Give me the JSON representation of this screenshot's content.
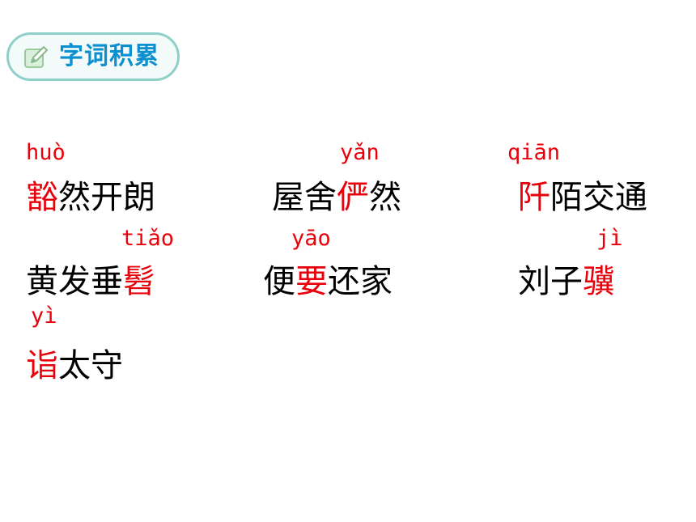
{
  "header": {
    "title": "字词积累",
    "icon": "edit-pencil-icon",
    "border_color": "#8fcfc9",
    "title_color": "#0a8fd0"
  },
  "accent_color": "#e8000b",
  "items": [
    {
      "pinyin": "huò",
      "before": "",
      "highlight": "豁",
      "after": "然开朗"
    },
    {
      "pinyin": "yǎn",
      "before": "屋舍",
      "highlight": "俨",
      "after": "然"
    },
    {
      "pinyin": "qiān",
      "before": "",
      "highlight": "阡",
      "after": "陌交通"
    },
    {
      "pinyin": "tiǎo",
      "before": "黄发垂",
      "highlight": "髫",
      "after": ""
    },
    {
      "pinyin": "yāo",
      "before": "便",
      "highlight": "要",
      "after": "还家"
    },
    {
      "pinyin": "jì",
      "before": "刘子",
      "highlight": "骥",
      "after": ""
    },
    {
      "pinyin": "yì",
      "before": "",
      "highlight": "诣",
      "after": "太守"
    }
  ]
}
